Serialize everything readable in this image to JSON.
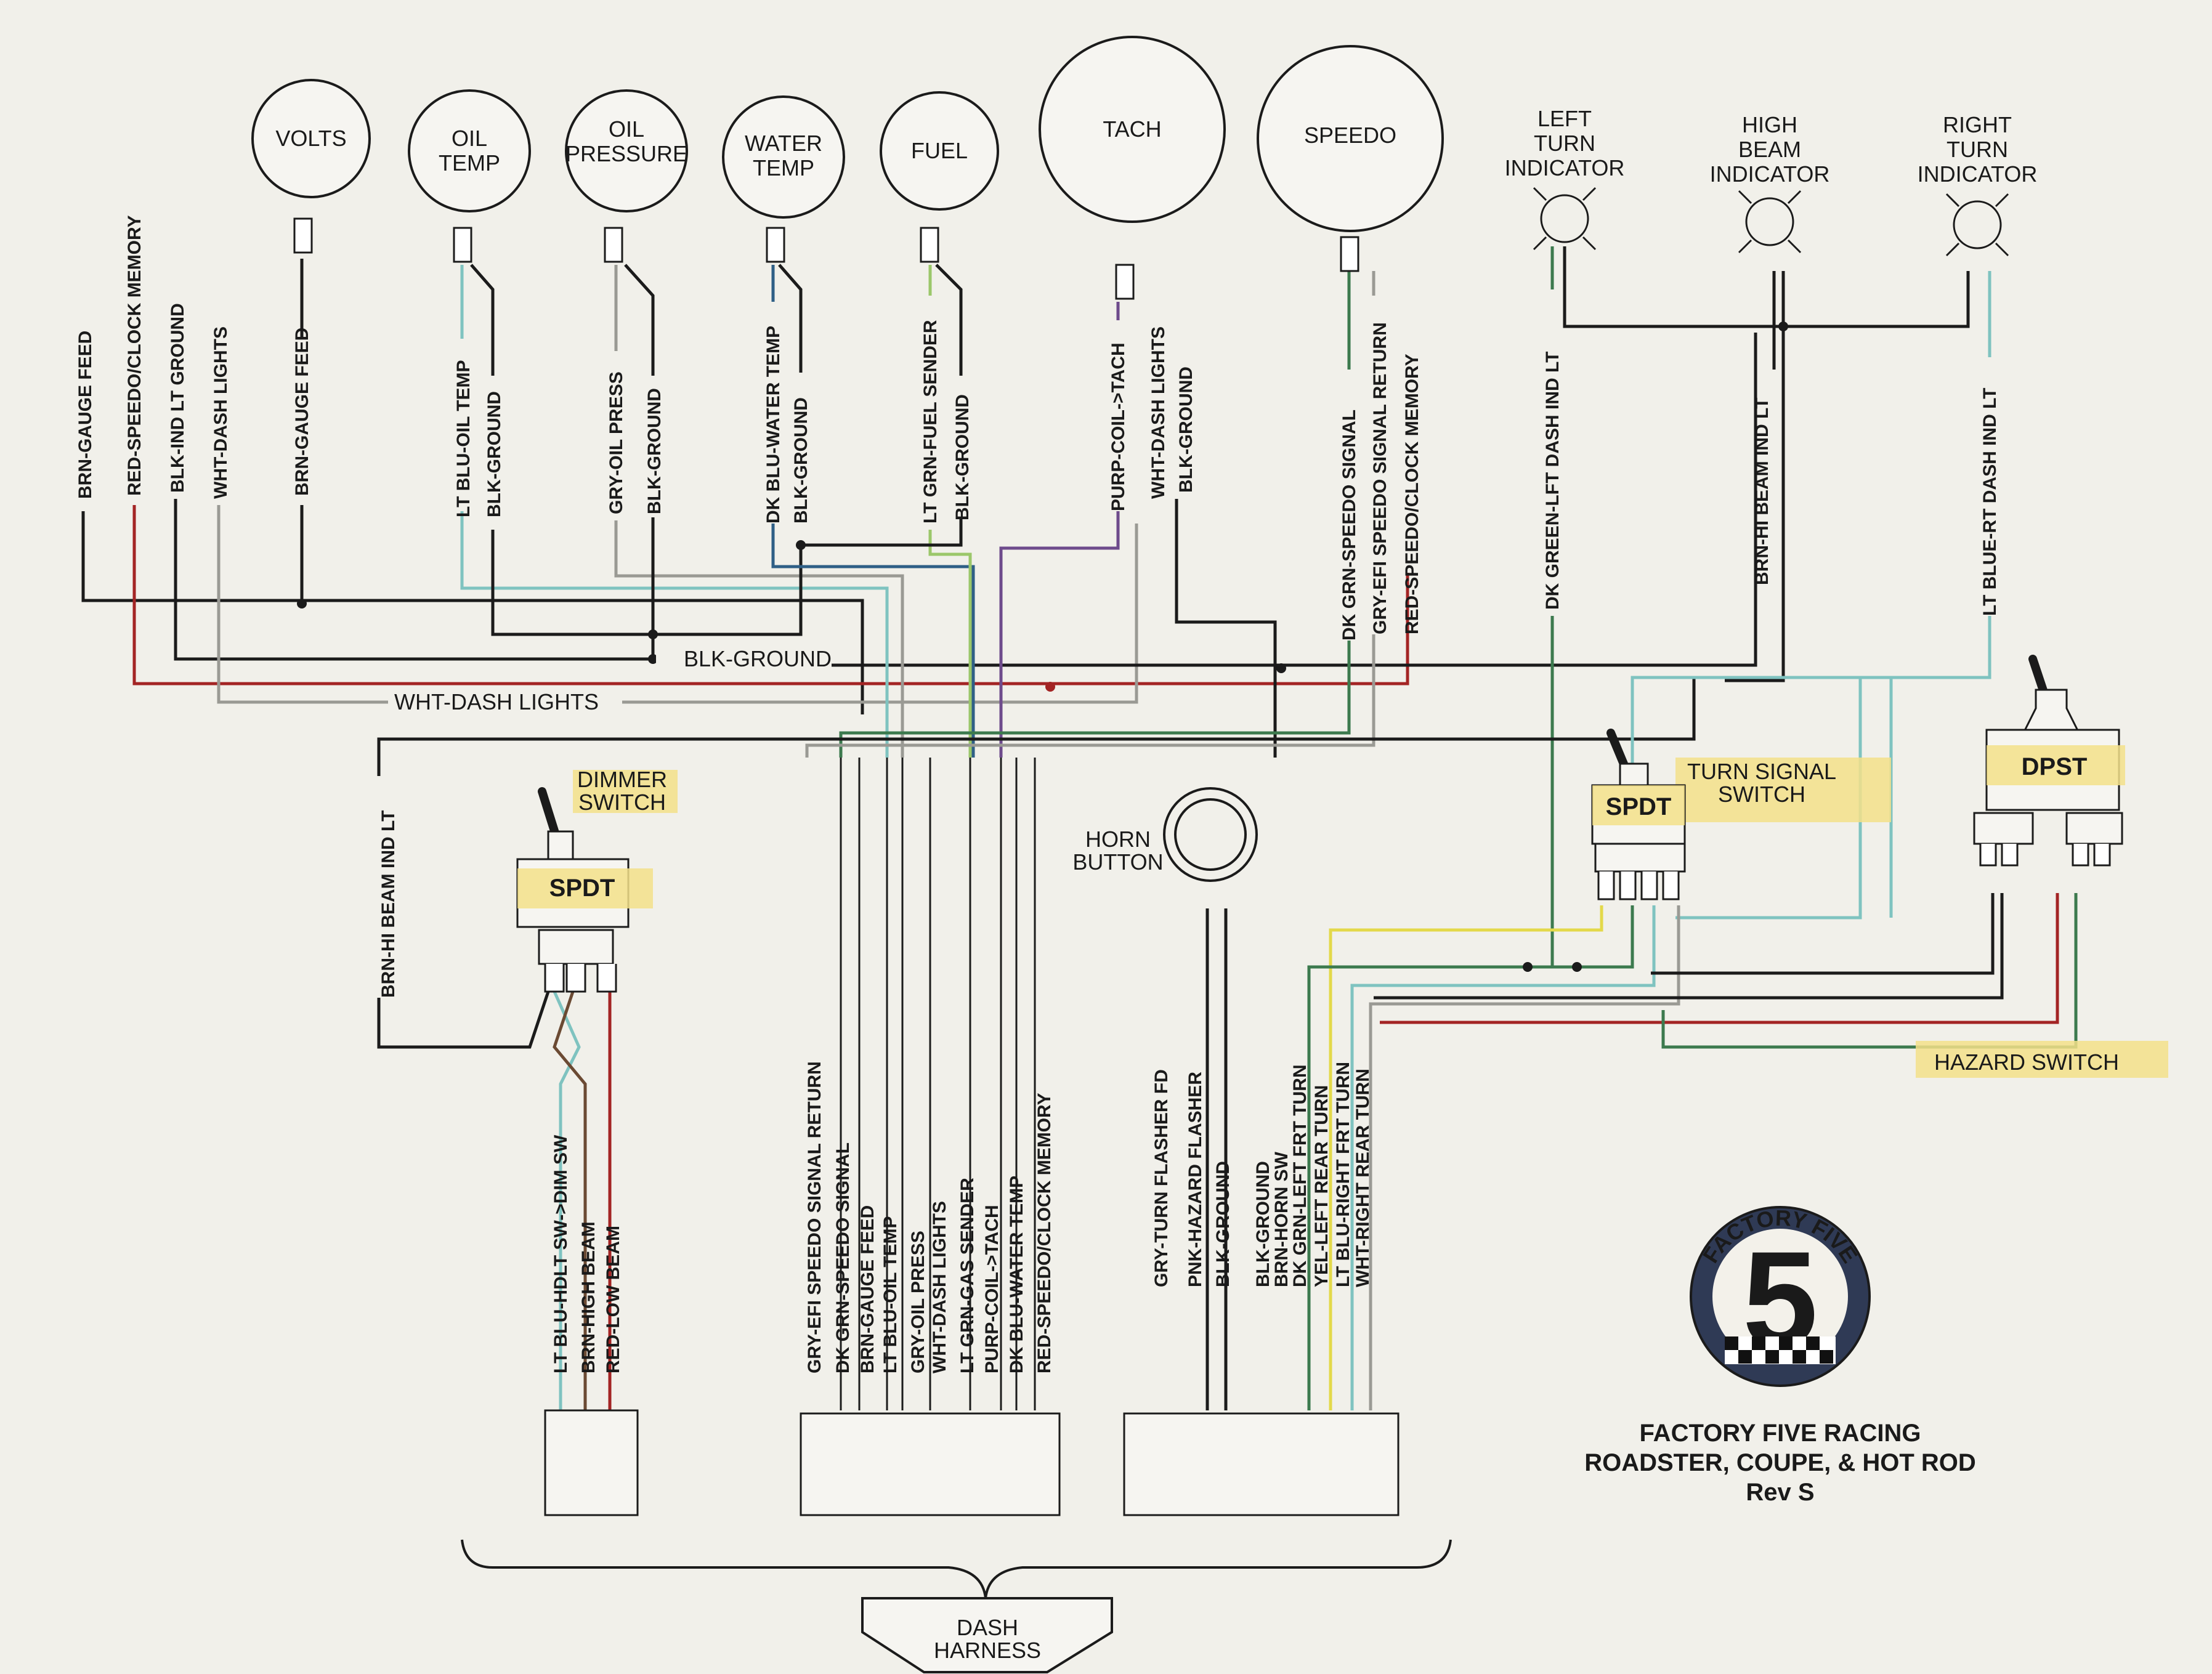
{
  "gauges": [
    {
      "id": "volts",
      "label": [
        "VOLTS"
      ]
    },
    {
      "id": "oil-temp",
      "label": [
        "OIL",
        "TEMP"
      ]
    },
    {
      "id": "oil-pressure",
      "label": [
        "OIL",
        "PRESSURE"
      ]
    },
    {
      "id": "water-temp",
      "label": [
        "WATER",
        "TEMP"
      ]
    },
    {
      "id": "fuel",
      "label": [
        "FUEL"
      ]
    },
    {
      "id": "tach",
      "label": [
        "TACH"
      ]
    },
    {
      "id": "speedo",
      "label": [
        "SPEEDO"
      ]
    }
  ],
  "indicators": [
    {
      "id": "left-turn",
      "label": [
        "LEFT",
        "TURN",
        "INDICATOR"
      ]
    },
    {
      "id": "high-beam",
      "label": [
        "HIGH",
        "BEAM",
        "INDICATOR"
      ]
    },
    {
      "id": "right-turn",
      "label": [
        "RIGHT",
        "TURN",
        "INDICATOR"
      ]
    }
  ],
  "left_feed_wires": [
    "BRN-GAUGE FEED",
    "RED-SPEEDO/CLOCK MEMORY",
    "BLK-IND LT GROUND",
    "WHT-DASH LIGHTS"
  ],
  "gauge_wires": {
    "volts": [
      "BRN-GAUGE FEED"
    ],
    "oil_temp": [
      "LT BLU-OIL TEMP",
      "BLK-GROUND"
    ],
    "oil_pressure": [
      "GRY-OIL PRESS",
      "BLK-GROUND"
    ],
    "water_temp": [
      "DK BLU-WATER TEMP",
      "BLK-GROUND"
    ],
    "fuel": [
      "LT GRN-FUEL SENDER",
      "BLK-GROUND"
    ],
    "tach": [
      "PURP-COIL->TACH",
      "WHT-DASH LIGHTS",
      "BLK-GROUND"
    ],
    "speedo": [
      "DK GRN-SPEEDO SIGNAL",
      "GRY-EFI SPEEDO SIGNAL RETURN",
      "RED-SPEEDO/CLOCK MEMORY"
    ]
  },
  "indicator_wires": {
    "left_turn": "DK GREEN-LFT DASH IND LT",
    "high_beam": "BRN-HI BEAM IND LT",
    "right_turn": "LT BLUE-RT DASH IND LT"
  },
  "bus_labels": {
    "ground": "BLK-GROUND",
    "dash_lights": "WHT-DASH LIGHTS"
  },
  "hi_beam_left": "BRN-HI BEAM IND LT",
  "switches": {
    "dimmer": {
      "title": [
        "DIMMER",
        "SWITCH"
      ],
      "type": "SPDT"
    },
    "turn_signal": {
      "title": [
        "TURN SIGNAL",
        "SWITCH"
      ],
      "type": "SPDT"
    },
    "hazard": {
      "title": "HAZARD SWITCH",
      "type": "DPST"
    }
  },
  "horn": {
    "label": [
      "HORN",
      "BUTTON"
    ]
  },
  "connectors": {
    "dimmer": [
      "LT BLU-HDLT SW->DIM SW",
      "BRN-HIGH BEAM",
      "RED-LOW BEAM"
    ],
    "gauges": [
      "GRY-EFI SPEEDO SIGNAL RETURN",
      "DK GRN-SPEEDO SIGNAL",
      "BRN-GAUGE FEED",
      "LT BLU-OIL TEMP",
      "GRY-OIL PRESS",
      "WHT-DASH LIGHTS",
      "LT GRN-GAS SENDER",
      "PURP-COIL->TACH",
      "DK BLU-WATER TEMP",
      "RED-SPEEDO/CLOCK MEMORY"
    ],
    "controls": [
      "GRY-TURN FLASHER FD",
      "PNK-HAZARD FLASHER",
      "BLK-GROUND",
      "BLK-GROUND",
      "BRN-HORN SW",
      "DK GRN-LEFT FRT TURN",
      "YEL-LEFT REAR TURN",
      "LT BLU-RIGHT FRT TURN",
      "WHT-RIGHT REAR TURN"
    ]
  },
  "harness": {
    "label": [
      "DASH",
      "HARNESS"
    ]
  },
  "logo": {
    "text": "FACTORY FIVE",
    "numeral": "5"
  },
  "footer": [
    "FACTORY FIVE RACING",
    "ROADSTER, COUPE, & HOT ROD",
    "Rev S"
  ],
  "wire_colors": {
    "black": "#1b1b1b",
    "red": "#a32424",
    "brown": "#6b4a33",
    "white": "#cfcfc8",
    "lt_blue": "#7fc3c0",
    "gray": "#9a9a94",
    "dk_blue": "#2f5f86",
    "lt_green": "#9bc76a",
    "purple": "#6e4b8c",
    "dk_green": "#3c7a4e",
    "yellow": "#e3d94a",
    "pink": "#d98aa0",
    "highlight": "#f3e08a"
  }
}
